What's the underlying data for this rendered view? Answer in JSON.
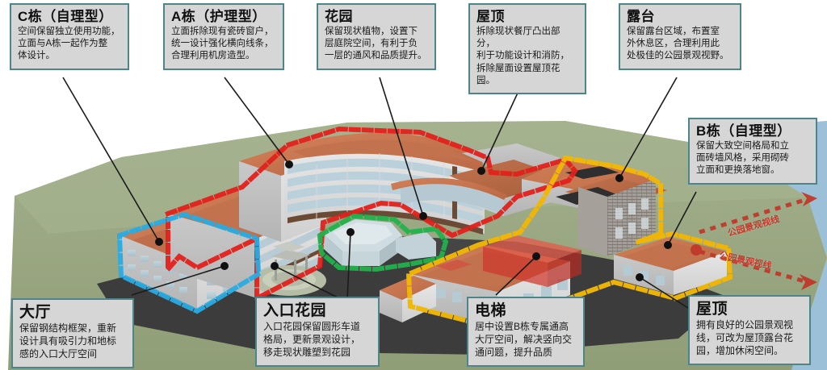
{
  "meta": {
    "document_type": "architectural-renovation-annotated-rendering",
    "palette": {
      "callout_fill": "#d6d6d6",
      "callout_border": "#4e8588",
      "ground_green": "#9aa883",
      "water_blue": "#9dc0d9",
      "roof_terracotta": "#c9734f",
      "facade_grey": "#d9d9d9",
      "glass_blue": "#b8cdd6",
      "plaza_dark": "#3b3b3b",
      "outline_red": "#e2211c",
      "outline_cyan": "#29abe2",
      "outline_green": "#22b14c",
      "outline_yellow": "#f2b705",
      "elevator_red": "#d63a2f",
      "sightline_red": "#c0392b",
      "leader_black": "#1a1a1a"
    }
  },
  "callouts": [
    {
      "id": "building-c",
      "title": "C栋（自理型）",
      "body": "空间保留独立使用功能，\n立面与A栋一起作为整\n体设计。",
      "anchor_outline": "cyan"
    },
    {
      "id": "building-a",
      "title": "A栋（护理型）",
      "body": "立面拆除现有瓷砖窗户，\n统一设计强化横向线条，\n合理利用机房造型。",
      "anchor_outline": "red"
    },
    {
      "id": "garden",
      "title": "花园",
      "body": "保留现状植物，设置下\n层庭院空间，有利于负\n一层的通风和品质提升。",
      "anchor_outline": "green"
    },
    {
      "id": "roof-top",
      "title": "屋顶",
      "body": "拆除现状餐厅凸出部分，\n利于功能设计和消防，\n拆除屋面设置屋顶花园。",
      "anchor_outline": "red"
    },
    {
      "id": "terrace",
      "title": "露台",
      "body": "保留露台区域，布置室\n外休息区，合理利用此\n处极佳的公园景观视野。",
      "anchor_outline": "yellow"
    },
    {
      "id": "building-b",
      "title": "B栋（自理型）",
      "body": "保留大致空间格局和立\n面砖墙风格，采用砌砖\n立面和更换落地窗。",
      "anchor_outline": "yellow"
    },
    {
      "id": "lobby",
      "title": "大厅",
      "body": "保留钢结构框架，重新\n设计具有吸引力和地标\n感的入口大厅空间",
      "anchor_outline": "cyan"
    },
    {
      "id": "entrance-garden",
      "title": "入口花园",
      "body": "入口花园保留圆形车道\n格局，更新景观设计，\n移走现状雕塑到花园",
      "anchor_outline": "green"
    },
    {
      "id": "elevator",
      "title": "电梯",
      "body": "居中设置B栋专属通高\n大厅空间，解决竖向交\n通问题，提升品质",
      "anchor_outline": "yellow"
    },
    {
      "id": "roof-bottom",
      "title": "屋顶",
      "body": "拥有良好的公园景观视\n线，可改为屋顶露台花\n园，增加休闲空间。",
      "anchor_outline": "yellow"
    }
  ],
  "sightlines": [
    {
      "id": "sightline-upper",
      "label": "公园景观视线"
    },
    {
      "id": "sightline-lower",
      "label": "公园景观视线"
    }
  ]
}
